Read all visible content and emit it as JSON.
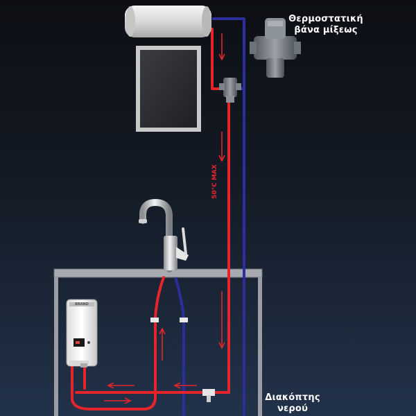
{
  "labels": {
    "thermostatic_valve": [
      "Θερμοστατική",
      "βάνα μίξεως"
    ],
    "water_switch": [
      "Διακόπτης",
      "νερού"
    ],
    "temperature_note": "50°C MAX",
    "heater_brand": "BRAND"
  },
  "colors": {
    "hot_pipe": "#e5252b",
    "cold_pipe": "#2a2f9c",
    "frame": "#9a9ea4",
    "background_top": "#0d0f14",
    "background_bottom": "#22324a",
    "label_text": "#ffffff"
  },
  "icons": [
    "solar-collector-icon",
    "storage-tank-icon",
    "thermostatic-valve-icon",
    "faucet-icon",
    "water-heater-icon",
    "shutoff-valve-icon",
    "flow-arrow-icon"
  ]
}
